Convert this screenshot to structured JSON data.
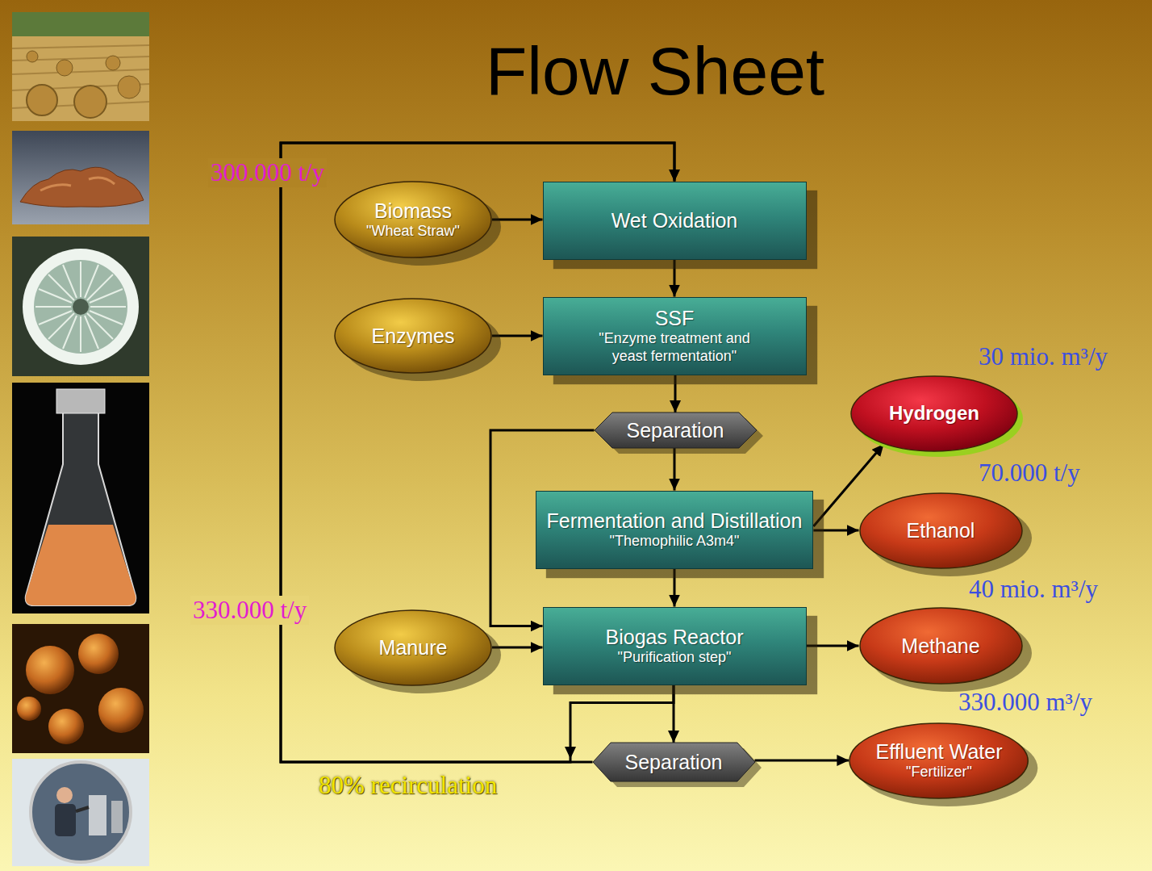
{
  "diagram": {
    "title": "Flow Sheet",
    "nodes": [
      {
        "text": [
          "Biomass",
          "\"Wheat Straw\""
        ]
      },
      {
        "text": [
          "Wet Oxidation"
        ]
      },
      {
        "text": [
          "Enzymes"
        ]
      },
      {
        "text": [
          "SSF",
          "\"Enzyme treatment and yeast fermentation\""
        ]
      },
      {
        "text": [
          "Separation"
        ]
      },
      {
        "text": [
          "Hydrogen"
        ]
      },
      {
        "text": [
          "Fermentation and Distillation",
          "\"Themophilic A3m4\""
        ]
      },
      {
        "text": [
          "Ethanol"
        ]
      },
      {
        "text": [
          "Manure"
        ]
      },
      {
        "text": [
          "Biogas Reactor",
          "\"Purification step\""
        ]
      },
      {
        "text": [
          "Methane"
        ]
      },
      {
        "text": [
          "Separation"
        ]
      },
      {
        "text": [
          "Effluent Water",
          "\"Fertilizer\""
        ]
      }
    ],
    "edges": [
      {
        "from": 0,
        "to": 1,
        "arrow": "to"
      },
      {
        "from": 1,
        "to": 3,
        "arrow": "to"
      },
      {
        "from": 2,
        "to": 3,
        "arrow": "to"
      },
      {
        "from": 3,
        "to": 4,
        "arrow": "to"
      },
      {
        "from": 4,
        "to": 6,
        "arrow": "to"
      },
      {
        "from": 4,
        "to": 9,
        "arrow": "to"
      },
      {
        "from": 6,
        "to": 5,
        "arrow": "to"
      },
      {
        "from": 6,
        "to": 7,
        "arrow": "to"
      },
      {
        "from": 6,
        "to": 9,
        "arrow": "to"
      },
      {
        "from": 8,
        "to": 9,
        "arrow": "to"
      },
      {
        "from": 9,
        "to": 10,
        "arrow": "to"
      },
      {
        "from": 9,
        "to": 11,
        "arrow": "to"
      },
      {
        "from": 9,
        "to": 1,
        "arrow": "to"
      },
      {
        "from": 11,
        "to": 1,
        "arrow": "to"
      },
      {
        "from": 11,
        "to": 12,
        "arrow": "to"
      }
    ],
    "labels": [
      "300.000 t/y",
      "30 mio. m³/y",
      "70.000 t/y",
      "330.000 t/y",
      "40 mio. m³/y",
      "330.000 m³/y",
      "80% recirculation"
    ]
  }
}
